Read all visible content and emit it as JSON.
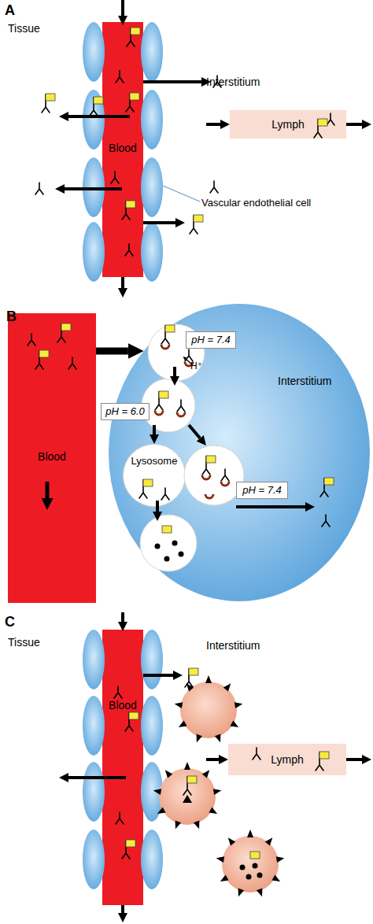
{
  "diagram": {
    "nodes": [
      {
        "text": [
          "Blood"
        ]
      },
      {
        "text": [
          "Lymph"
        ]
      },
      {
        "text": [
          "Blood"
        ]
      },
      {
        "text": [
          "Interstitium"
        ]
      },
      {
        "text": [
          "pH = 7.4"
        ],
        "in": 3
      },
      {
        "text": [
          "pH = 6.0"
        ]
      },
      {
        "text": [
          "Lysosome"
        ],
        "in": 3
      },
      {
        "text": [
          "pH = 7.4"
        ],
        "in": 3
      },
      {
        "text": [
          "Blood"
        ]
      },
      {
        "text": [
          "Lymph"
        ]
      }
    ],
    "edges": [
      {
        "from": 2,
        "to": 3,
        "arrow": "to"
      }
    ],
    "labels": [
      "A",
      "Tissue",
      "Interstitium",
      "Vascular endothelial cell",
      "B",
      "H⁺",
      "C",
      "Tissue",
      "Interstitium"
    ]
  }
}
